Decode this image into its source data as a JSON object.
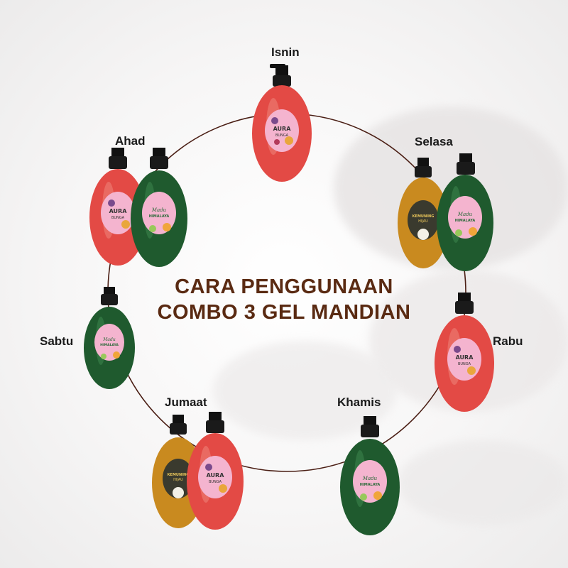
{
  "headline": {
    "line1": "CARA PENGGUNAAN",
    "line2": "COMBO 3 GEL MANDIAN"
  },
  "days": {
    "isnin": "Isnin",
    "selasa": "Selasa",
    "rabu": "Rabu",
    "khamis": "Khamis",
    "jumaat": "Jumaat",
    "sabtu": "Sabtu",
    "ahad": "Ahad"
  },
  "labels": {
    "aura": "AURA",
    "aura_sub": "BUNGA",
    "madu": "Madu",
    "madu_sub": "HIMALAYA",
    "kemuning": "KEMUNING",
    "kemuning_sub": "HIJAU"
  },
  "colors": {
    "red_gel": "#e34a45",
    "green_gel": "#1f5a2e",
    "amber_gel": "#c98a1f",
    "circle_line": "#4a1e14",
    "headline": "#5a2a12"
  }
}
